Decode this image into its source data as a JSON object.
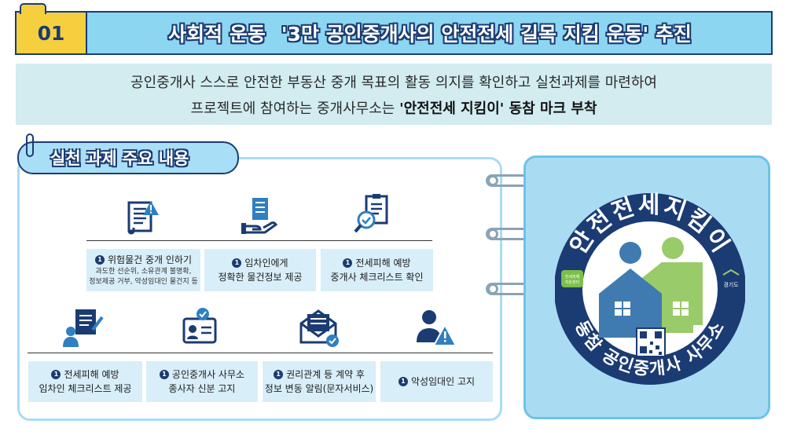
{
  "header": {
    "number": "01",
    "title_part1": "사회적 운동",
    "title_part2": "'3만 공인중개사의 안전전세 길목 지킴 운동' 추진"
  },
  "intro": {
    "line1": "공인중개사 스스로 안전한 부동산 중개 목표의 활동 의지를 확인하고 실천과제를 마련하여",
    "line2_prefix": "프로젝트에 참여하는 중개사무소는 ",
    "line2_bold": "'안전전세 지킴이' 동참 마크 부착"
  },
  "tasks": {
    "label": "실천 과제 주요 내용",
    "bullet": "1",
    "row1": [
      {
        "icon": "document-warning-icon",
        "title": "위험물건 중개 인하기",
        "sub1": "과도한 선순위, 소유관계 불명확,",
        "sub2": "정보제공 거부, 악성임대인 물건지 등"
      },
      {
        "icon": "hand-document-icon",
        "title": "임차인에게",
        "title2": "정확한 물건정보 제공"
      },
      {
        "icon": "checklist-search-icon",
        "title": "전세피해 예방",
        "title2": "중개사 체크리스트 확인"
      }
    ],
    "row2": [
      {
        "icon": "person-checklist-icon",
        "title": "전세피해 예방",
        "title2": "임차인 체크리스트 제공"
      },
      {
        "icon": "id-card-check-icon",
        "title": "공인중개사 사무소",
        "title2": "종사자 신분 고지"
      },
      {
        "icon": "mail-check-icon",
        "title": "권리관계 등 계약 후",
        "title2": "정보 변동 알림(문자서비스)"
      },
      {
        "icon": "person-warning-icon",
        "title": "악성임대인 고지"
      }
    ]
  },
  "badge": {
    "top_text": "안전전세지킴이",
    "bottom_text": "동참 공인중개사 사무소",
    "left_tag_line1": "전세피해",
    "left_tag_line2": "지원센터",
    "right_tag": "경기도"
  },
  "colors": {
    "navy": "#1b3b73",
    "sky": "#8cd6f2",
    "yellow": "#f6cf3f",
    "house_green": "#9acb6a",
    "house_blue": "#3f7bb0"
  }
}
